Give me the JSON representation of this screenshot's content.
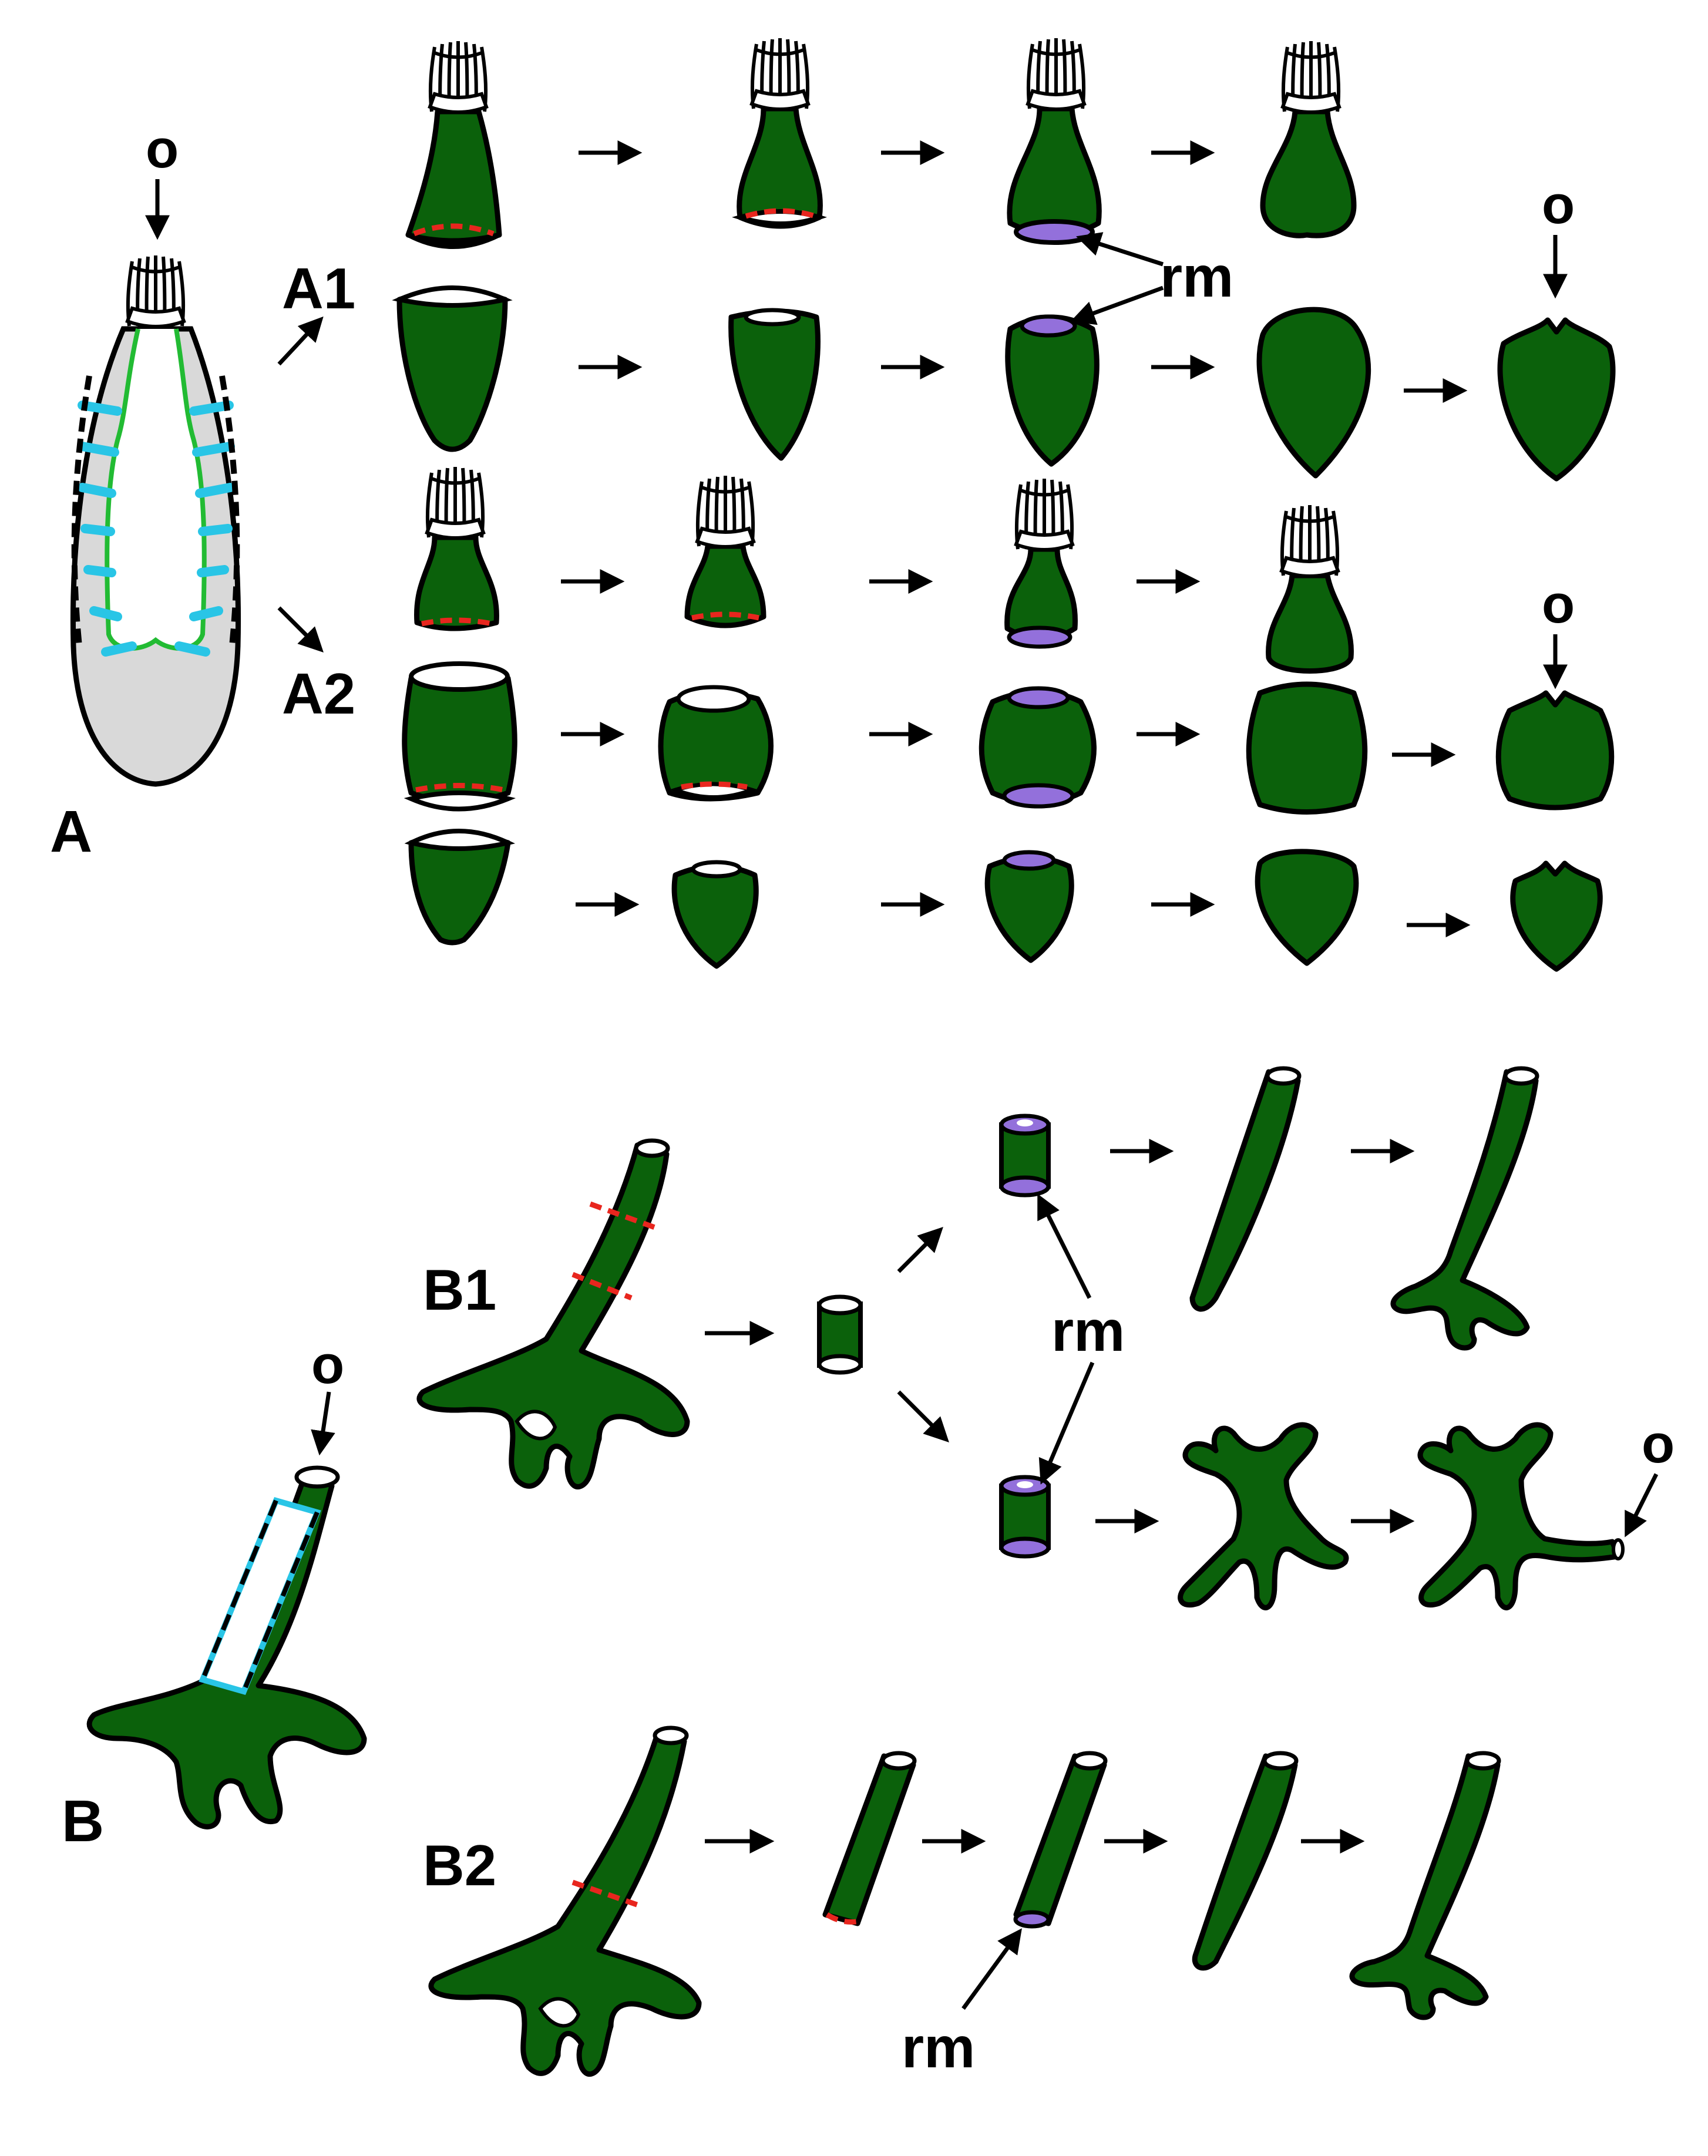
{
  "labels": {
    "panel_a": "A",
    "panel_b": "B",
    "row_a1": "A1",
    "row_a2": "A2",
    "row_b1": "B1",
    "row_b2": "B2",
    "rm": "rm",
    "o": "o"
  },
  "colors": {
    "tissue_green": "#0b610b",
    "regenerating_membrane": "#9370db",
    "cut_line": "#e8261e",
    "outline": "#000000",
    "cavity_gray": "#d9d9d9",
    "septa_cyan": "#29c5e6",
    "septa_green": "#22bb33"
  }
}
